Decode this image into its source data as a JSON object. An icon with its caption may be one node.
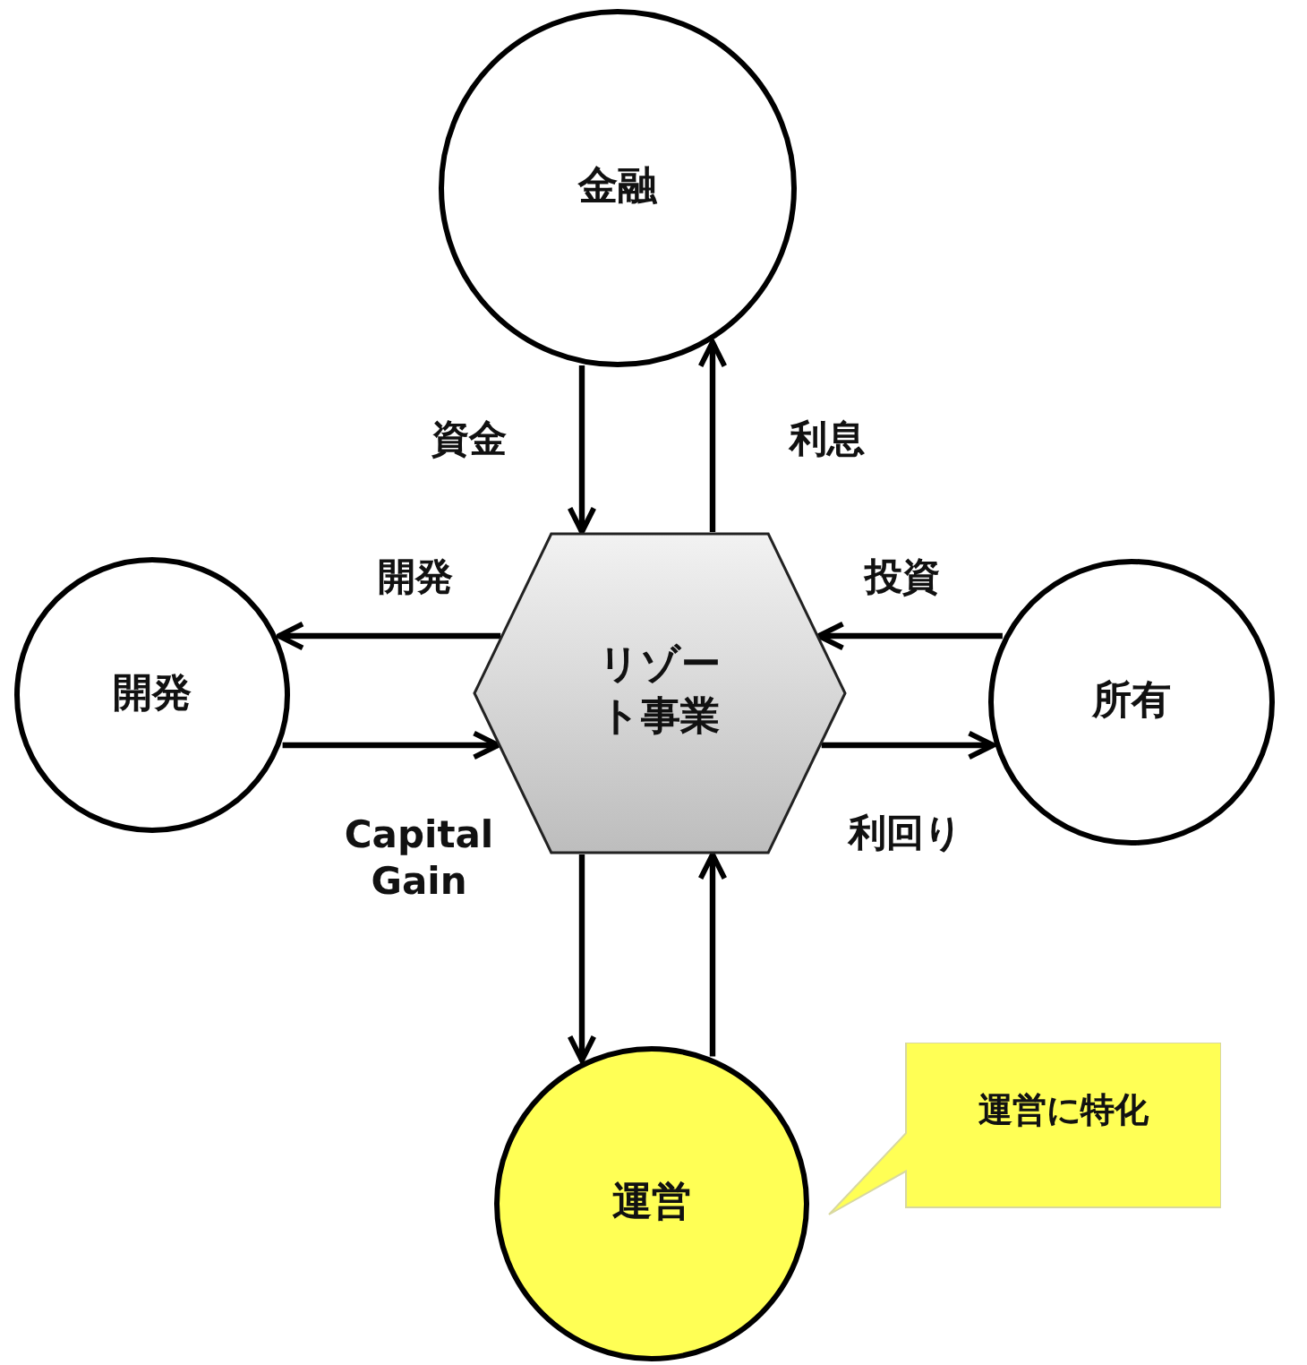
{
  "diagram": {
    "nodes": [
      {
        "text": [
          "金融"
        ]
      },
      {
        "text": [
          "開発"
        ]
      },
      {
        "text": [
          "リゾート事業"
        ]
      },
      {
        "text": [
          "所有"
        ]
      },
      {
        "text": [
          "運営"
        ]
      },
      {
        "text": [
          "運営に特化"
        ]
      }
    ],
    "edges": [
      {
        "from": 0,
        "to": 2,
        "arrow": "to",
        "label": "資金"
      },
      {
        "from": 2,
        "to": 0,
        "arrow": "to",
        "label": "利息"
      },
      {
        "from": 2,
        "to": 1,
        "arrow": "to",
        "label": "開発"
      },
      {
        "from": 1,
        "to": 2,
        "arrow": "to",
        "label": "Capital Gain"
      },
      {
        "from": 3,
        "to": 2,
        "arrow": "to",
        "label": "投資"
      },
      {
        "from": 2,
        "to": 3,
        "arrow": "to",
        "label": "利回り"
      },
      {
        "from": 2,
        "to": 4,
        "arrow": "to"
      },
      {
        "from": 4,
        "to": 2,
        "arrow": "to"
      }
    ]
  }
}
